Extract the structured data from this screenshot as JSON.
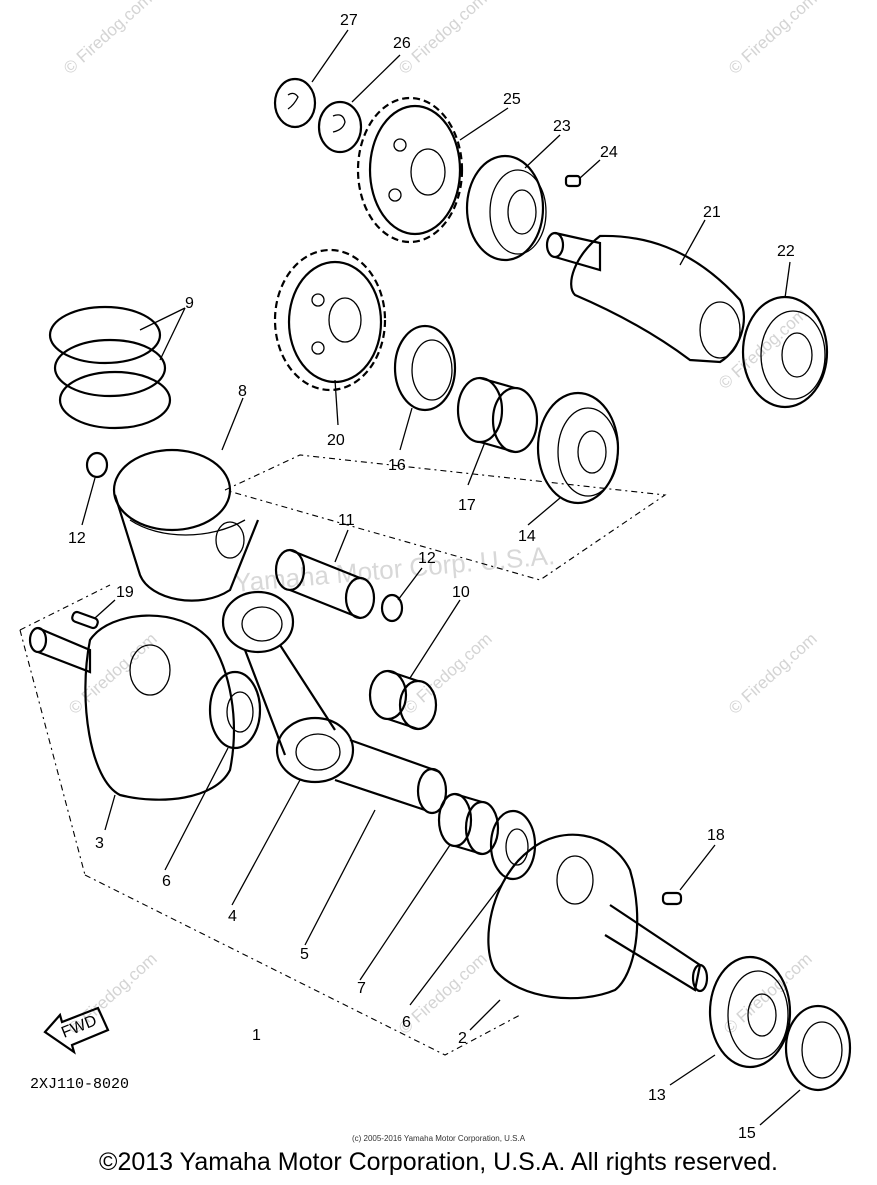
{
  "part_labels": {
    "p1": "1",
    "p2": "2",
    "p3": "3",
    "p4": "4",
    "p5": "5",
    "p6a": "6",
    "p6b": "6",
    "p7": "7",
    "p8": "8",
    "p9": "9",
    "p10": "10",
    "p11": "11",
    "p12a": "12",
    "p12b": "12",
    "p13": "13",
    "p14": "14",
    "p15": "15",
    "p16": "16",
    "p17": "17",
    "p18": "18",
    "p19": "19",
    "p20": "20",
    "p21": "21",
    "p22": "22",
    "p23": "23",
    "p24": "24",
    "p25": "25",
    "p26": "26",
    "p27": "27"
  },
  "diagram_code": "2XJ110-8020",
  "fwd_label": "FWD",
  "watermark_center": "Yamaha Motor Corp. U.S.A.",
  "watermark_site": "© Firedog.com",
  "small_notice": "(c) 2005-2016 Yamaha Motor Corporation, U.S.A",
  "copyright": "©2013 Yamaha Motor Corporation, U.S.A. All rights reserved."
}
